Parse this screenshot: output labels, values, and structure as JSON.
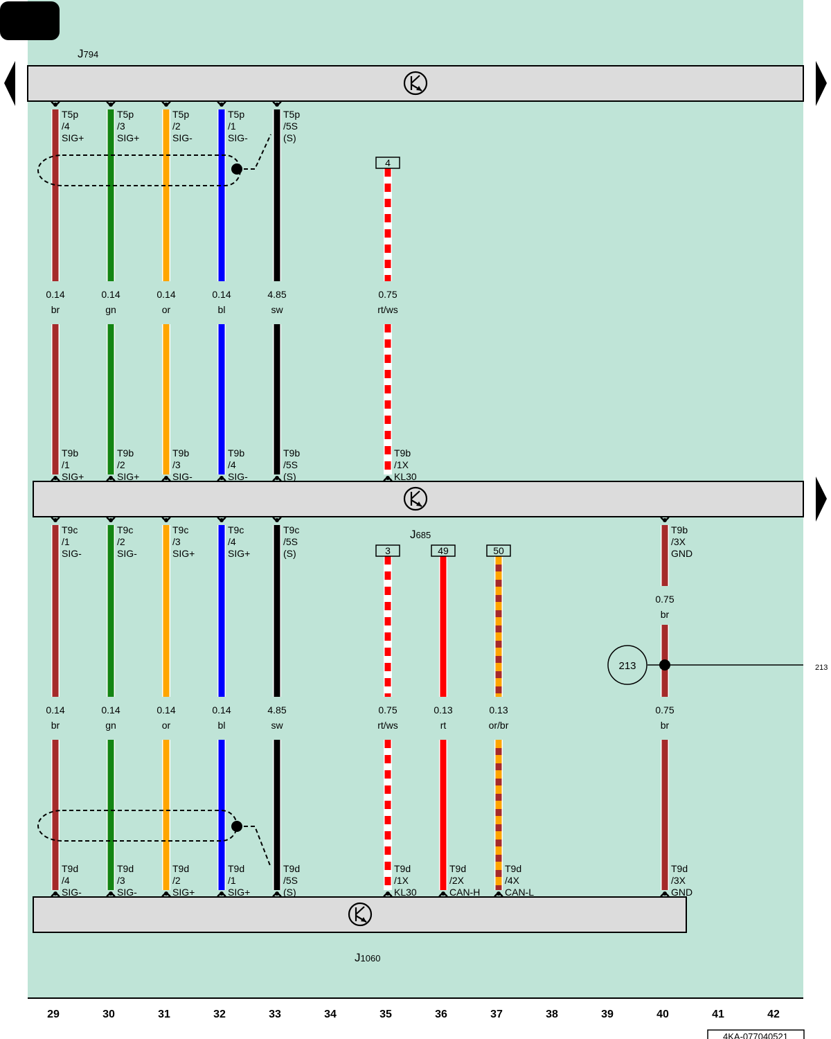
{
  "colors": {
    "background": "#bfe4d7",
    "module_fill": "#dcdcdc",
    "br": "#a52a2a",
    "gn": "#138513",
    "or": "#ffa500",
    "bl": "#0000ff",
    "sw": "#000000",
    "rt": "#ff0000",
    "ws": "#ffffff"
  },
  "modules": {
    "top": {
      "label_main": "J",
      "label_sub": "794"
    },
    "middle": {
      "label_main": "J",
      "label_sub": "685"
    },
    "bottom": {
      "label_main": "J",
      "label_sub": "1060"
    }
  },
  "top_wires": [
    {
      "col": 29,
      "colors": [
        "br"
      ],
      "section": "0.14",
      "code": "br",
      "pin_top": [
        "T5p",
        "/4",
        "SIG+"
      ],
      "pin_bottom": [
        "T9b",
        "/1",
        "SIG+"
      ]
    },
    {
      "col": 30,
      "colors": [
        "gn"
      ],
      "section": "0.14",
      "code": "gn",
      "pin_top": [
        "T5p",
        "/3",
        "SIG+"
      ],
      "pin_bottom": [
        "T9b",
        "/2",
        "SIG+"
      ]
    },
    {
      "col": 31,
      "colors": [
        "or"
      ],
      "section": "0.14",
      "code": "or",
      "pin_top": [
        "T5p",
        "/2",
        "SIG-"
      ],
      "pin_bottom": [
        "T9b",
        "/3",
        "SIG-"
      ]
    },
    {
      "col": 32,
      "colors": [
        "bl"
      ],
      "section": "0.14",
      "code": "bl",
      "pin_top": [
        "T5p",
        "/1",
        "SIG-"
      ],
      "pin_bottom": [
        "T9b",
        "/4",
        "SIG-"
      ]
    },
    {
      "col": 33,
      "colors": [
        "sw"
      ],
      "section": "4.85",
      "code": "sw",
      "pin_top": [
        "T5p",
        "/5S",
        "(S)"
      ],
      "pin_bottom": [
        "T9b",
        "/5S",
        "(S)"
      ]
    },
    {
      "col": 35,
      "colors": [
        "rt",
        "ws"
      ],
      "section": "0.75",
      "code": "rt/ws",
      "fuse": "4",
      "pin_top": [],
      "pin_bottom": [
        "T9b",
        "/1X",
        "KL30"
      ]
    }
  ],
  "bottom_wires": [
    {
      "col": 29,
      "colors": [
        "br"
      ],
      "section": "0.14",
      "code": "br",
      "pin_top": [
        "T9c",
        "/1",
        "SIG-"
      ],
      "pin_bottom": [
        "T9d",
        "/4",
        "SIG-"
      ]
    },
    {
      "col": 30,
      "colors": [
        "gn"
      ],
      "section": "0.14",
      "code": "gn",
      "pin_top": [
        "T9c",
        "/2",
        "SIG-"
      ],
      "pin_bottom": [
        "T9d",
        "/3",
        "SIG-"
      ]
    },
    {
      "col": 31,
      "colors": [
        "or"
      ],
      "section": "0.14",
      "code": "or",
      "pin_top": [
        "T9c",
        "/3",
        "SIG+"
      ],
      "pin_bottom": [
        "T9d",
        "/2",
        "SIG+"
      ]
    },
    {
      "col": 32,
      "colors": [
        "bl"
      ],
      "section": "0.14",
      "code": "bl",
      "pin_top": [
        "T9c",
        "/4",
        "SIG+"
      ],
      "pin_bottom": [
        "T9d",
        "/1",
        "SIG+"
      ]
    },
    {
      "col": 33,
      "colors": [
        "sw"
      ],
      "section": "4.85",
      "code": "sw",
      "pin_top": [
        "T9c",
        "/5S",
        "(S)"
      ],
      "pin_bottom": [
        "T9d",
        "/5S",
        "(S)"
      ]
    },
    {
      "col": 35,
      "colors": [
        "rt",
        "ws"
      ],
      "section": "0.75",
      "code": "rt/ws",
      "fuse": "3",
      "pin_top": [],
      "pin_bottom": [
        "T9d",
        "/1X",
        "KL30"
      ]
    },
    {
      "col": 36,
      "colors": [
        "rt"
      ],
      "section": "0.13",
      "code": "rt",
      "fuse": "49",
      "pin_top": [],
      "pin_bottom": [
        "T9d",
        "/2X",
        "CAN-H"
      ]
    },
    {
      "col": 37,
      "colors": [
        "or",
        "br"
      ],
      "section": "0.13",
      "code": "or/br",
      "fuse": "50",
      "pin_top": [],
      "pin_bottom": [
        "T9d",
        "/4X",
        "CAN-L"
      ]
    },
    {
      "col": 40,
      "colors": [
        "br"
      ],
      "section": "0.75",
      "code": "br",
      "pin_top": [
        "T9b",
        "/3X",
        "GND"
      ],
      "pin_bottom": [
        "T9d",
        "/3X",
        "GND"
      ],
      "upper_section": "0.75",
      "upper_code": "br",
      "ground_point": "213"
    }
  ],
  "ground": {
    "circle_label": "213",
    "ref_label": "213"
  },
  "columns": [
    "29",
    "30",
    "31",
    "32",
    "33",
    "34",
    "35",
    "36",
    "37",
    "38",
    "39",
    "40",
    "41",
    "42"
  ],
  "doc_number": "4KA-077040521"
}
